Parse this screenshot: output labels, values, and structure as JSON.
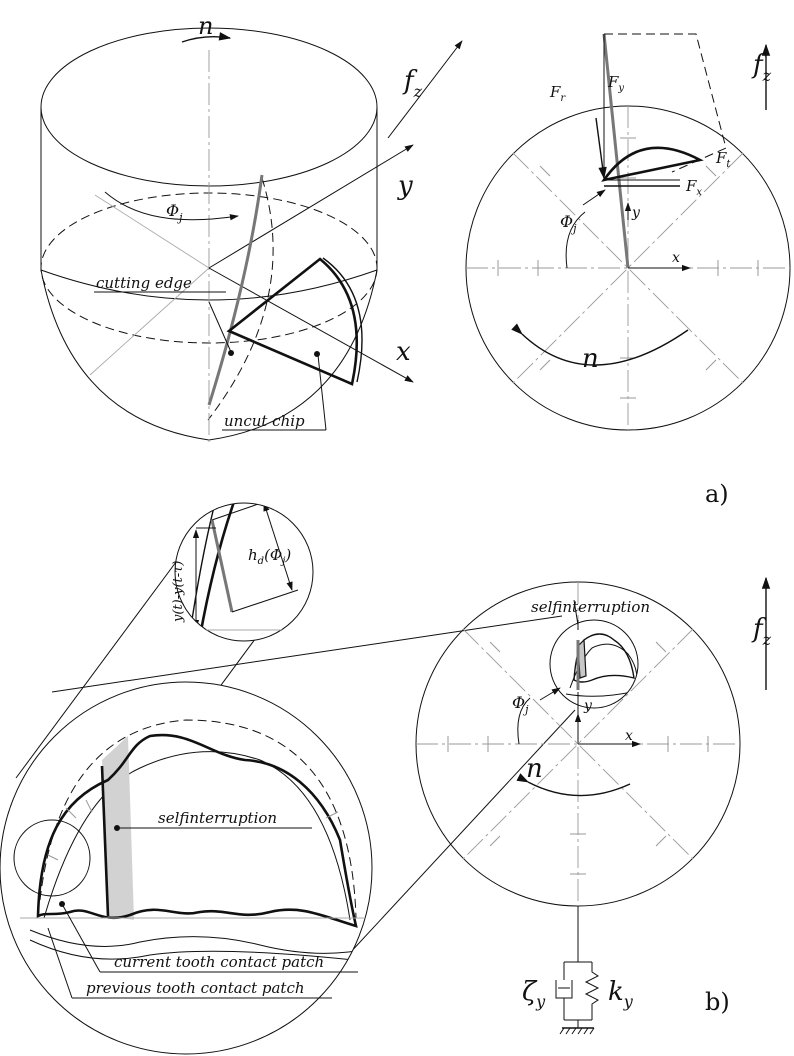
{
  "panel_a": {
    "cylinder": {
      "spindle_label": "n",
      "feed_label": "f",
      "feed_sub": "z",
      "axis_y": "y",
      "axis_x": "x",
      "angle_label": "Φ",
      "angle_sub": "j",
      "cutting_edge_label": "cutting edge",
      "uncut_chip_label": "uncut chip"
    },
    "circle": {
      "feed_label": "f",
      "feed_sub": "z",
      "fr_label": "F",
      "fr_sub": "r",
      "fy_label": "F",
      "fy_sub": "y",
      "ft_label": "F",
      "ft_sub": "t",
      "fx_label": "F",
      "fx_sub": "x",
      "angle_label": "Φ",
      "angle_sub": "j",
      "axis_y": "y",
      "axis_x": "x",
      "spindle_label": "n"
    },
    "panel_label": "a)"
  },
  "panel_b": {
    "zoom": {
      "vertical_label": "y(t)-y(t-τ)",
      "hd_label": "h",
      "hd_sub": "d",
      "hd_arg": "(Φ",
      "hd_arg_sub": "j",
      "hd_close": ")"
    },
    "big_circle": {
      "selfinterruption_label": "selfinterruption",
      "current_patch_label": "current tooth contact patch",
      "previous_patch_label": "previous tooth contact patch"
    },
    "right_circle": {
      "selfinterruption_label": "selfinterruption",
      "feed_label": "f",
      "feed_sub": "z",
      "angle_label": "Φ",
      "angle_sub": "j",
      "axis_y": "y",
      "axis_x": "x",
      "spindle_label": "n",
      "damping_label": "ζ",
      "damping_sub": "y",
      "stiffness_label": "k",
      "stiffness_sub": "y"
    },
    "panel_label": "b)"
  }
}
